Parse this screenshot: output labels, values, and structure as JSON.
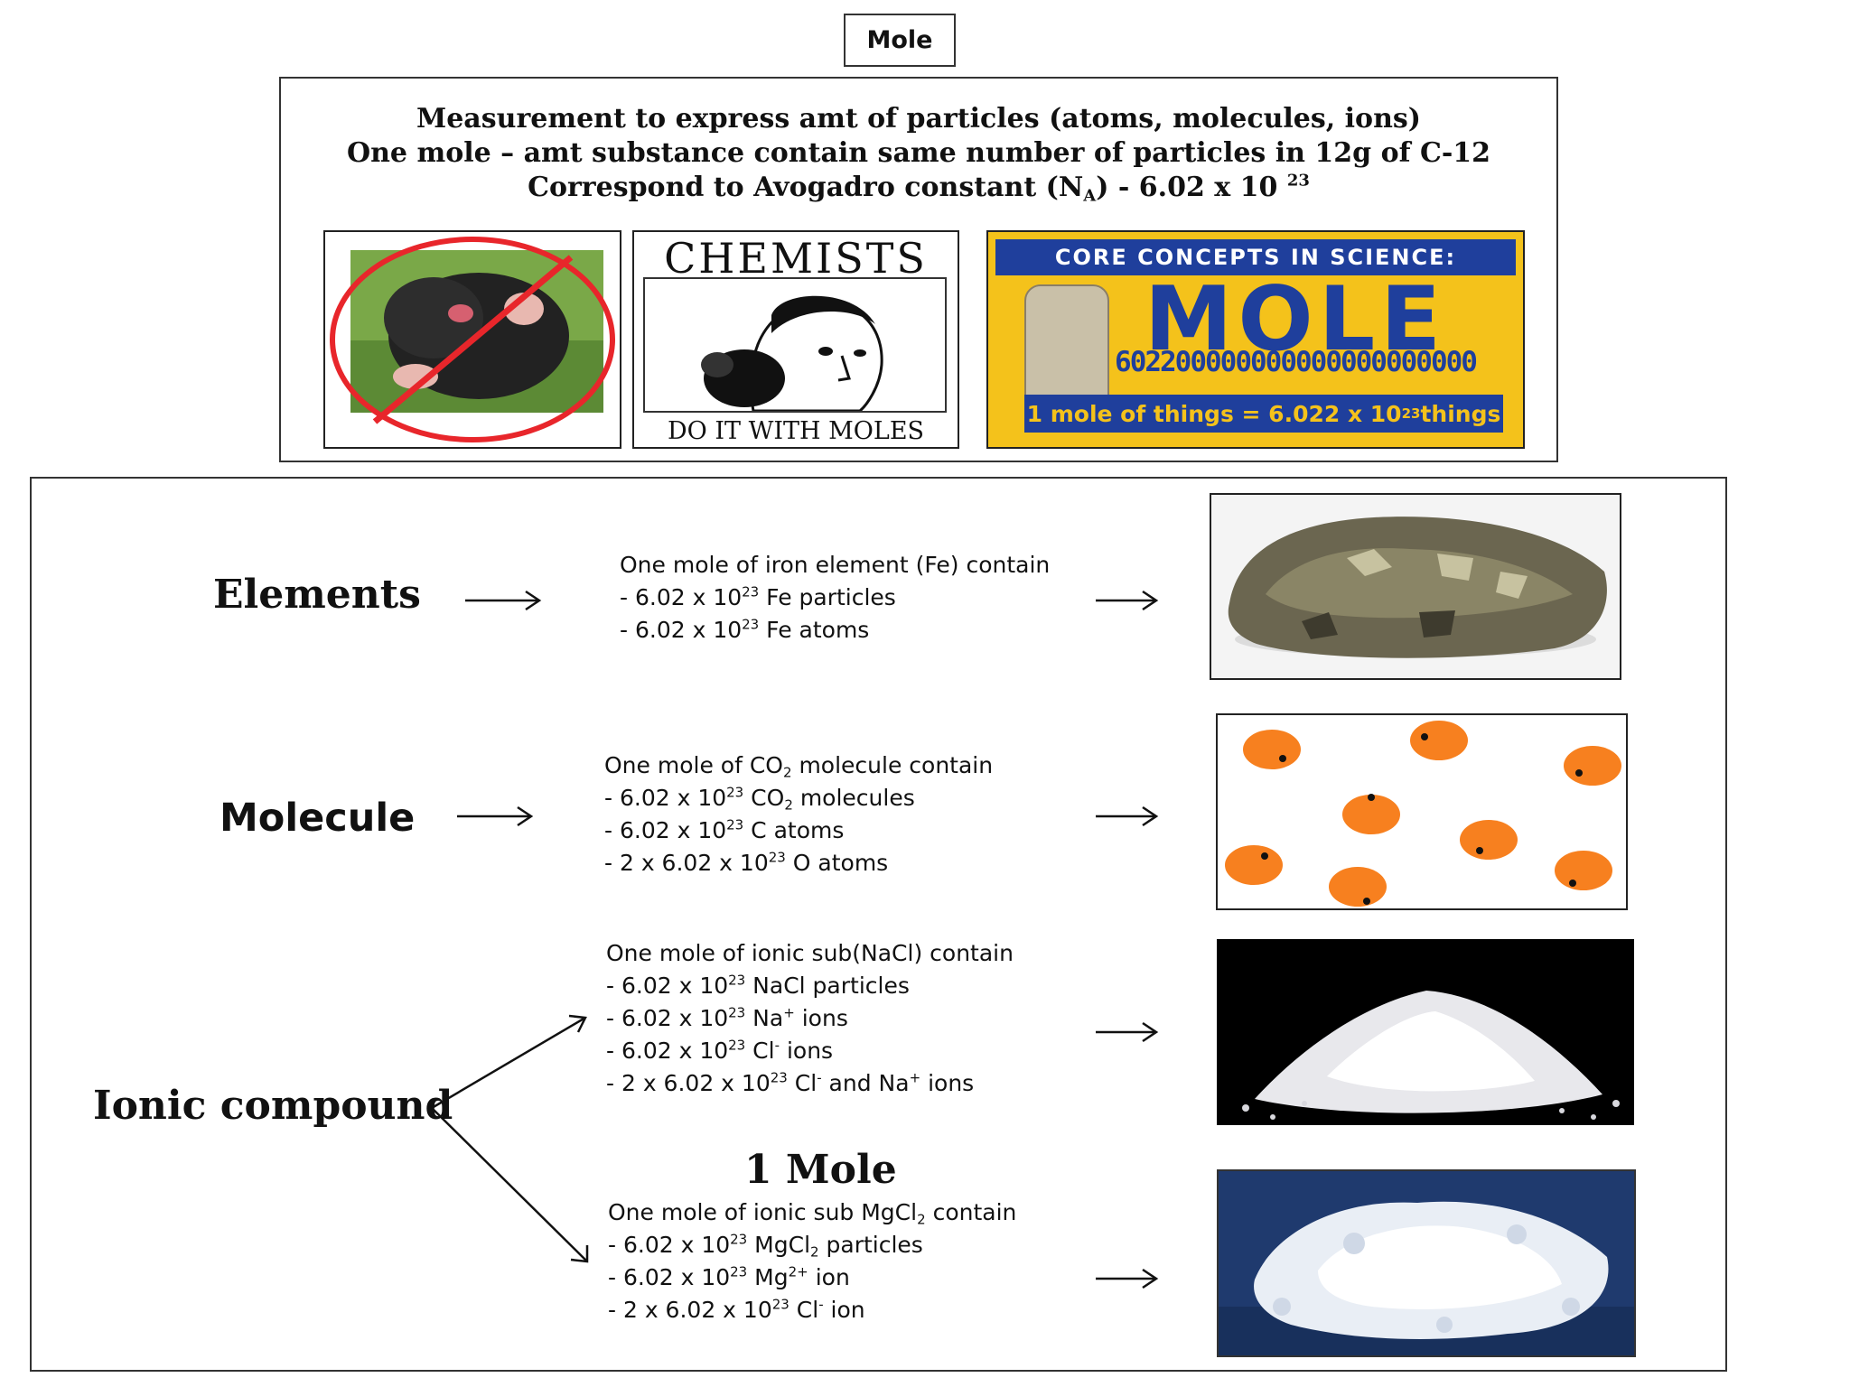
{
  "title": "Mole",
  "definition": {
    "line1": "Measurement to express amt of particles (atoms, molecules, ions)",
    "line2": "One mole – amt substance  contain  same number of particles in 12g of C-12",
    "line3_pre": "Correspond to Avogadro constant (N",
    "line3_sub": "A",
    "line3_mid": ") - 6.02 x 10 ",
    "line3_sup": "23"
  },
  "images": {
    "chemists_top": "CHEMISTS",
    "chemists_bottom": "DO IT WITH MOLES",
    "core_header": "CORE CONCEPTS IN SCIENCE:",
    "core_word": "MOLE",
    "core_number": "602200000000000000000000",
    "core_footer_pre": "1 mole of things = 6.022 x 10",
    "core_footer_sup": "23",
    "core_footer_post": " things"
  },
  "sections": {
    "elements": {
      "label": "Elements",
      "intro": "One mole of iron element (Fe) contain",
      "b1_pre": "- 6.02 x 10",
      "b1_sup": "23",
      "b1_post": " Fe  particles",
      "b2_pre": "- 6.02 x 10",
      "b2_sup": "23",
      "b2_post": " Fe atoms"
    },
    "molecule": {
      "label": "Molecule",
      "intro_pre": "One mole of CO",
      "intro_sub": "2",
      "intro_post": " molecule  contain",
      "b1_pre": "- 6.02 x 10",
      "b1_sup": "23",
      "b1_mid": " CO",
      "b1_sub": "2",
      "b1_post": " molecules",
      "b2_pre": "- 6.02 x 10",
      "b2_sup": "23",
      "b2_post": " C atoms",
      "b3_pre": "- 2 x 6.02 x 10",
      "b3_sup": "23",
      "b3_post": " O atoms"
    },
    "ionic": {
      "label": "Ionic compound",
      "nacl": {
        "intro": "One mole of ionic sub(NaCl) contain",
        "b1_pre": "- 6.02 x 10",
        "b1_sup": "23",
        "b1_post": " NaCl  particles",
        "b2_pre": "- 6.02 x 10",
        "b2_sup": "23",
        "b2_mid": " Na",
        "b2_sup2": "+",
        "b2_post": " ions",
        "b3_pre": "- 6.02 x 10",
        "b3_sup": "23",
        "b3_mid": " Cl",
        "b3_sup2": "-",
        "b3_post": " ions",
        "b4_pre": "- 2 x 6.02 x 10",
        "b4_sup": "23",
        "b4_mid": " Cl",
        "b4_sup2": "-",
        "b4_mid2": " and Na",
        "b4_sup3": "+",
        "b4_post": " ions"
      },
      "heading": "1 Mole",
      "mgcl2": {
        "intro_pre": "One mole of ionic sub MgCl",
        "intro_sub": "2",
        "intro_post": " contain",
        "b1_pre": "- 6.02 x 10",
        "b1_sup": "23",
        "b1_mid": " MgCl",
        "b1_sub": "2",
        "b1_post": " particles",
        "b2_pre": "- 6.02 x 10",
        "b2_sup": "23",
        "b2_mid": " Mg",
        "b2_sup2": "2+",
        "b2_post": " ion",
        "b3_pre": "- 2 x 6.02 x 10",
        "b3_sup": "23",
        "b3_mid": " Cl",
        "b3_sup2": "-",
        "b3_post": " ion"
      }
    }
  },
  "colors": {
    "ban_red": "#e8262b",
    "core_blue": "#1f3f9c",
    "core_yellow": "#f4c21b",
    "orange_particle": "#f7801f",
    "salt_bg": "#000000",
    "mgcl2_bg": "#1f3a6e"
  }
}
